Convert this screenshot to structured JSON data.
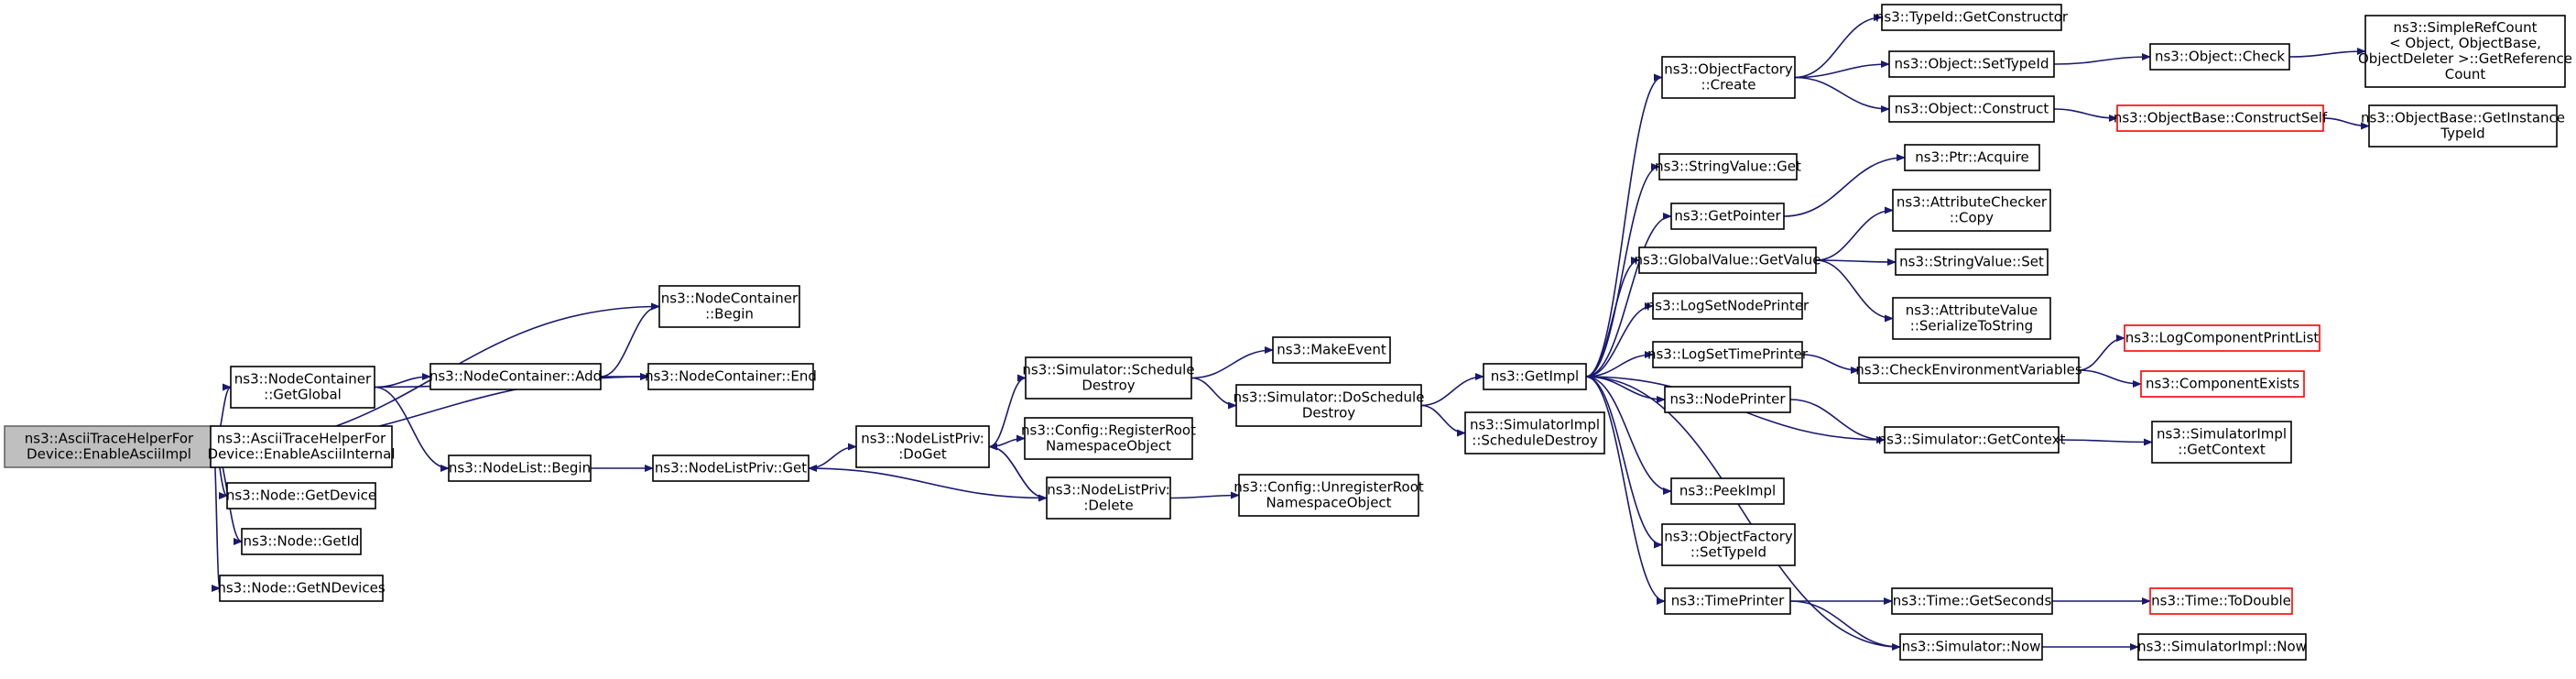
{
  "diagram": {
    "edge_color": "#191970",
    "root_fill": "#bfbfbf",
    "truncated_border": "#ff0000",
    "nodes": [
      {
        "id": "root",
        "lines": [
          "ns3::AsciiTraceHelperFor",
          "Device::EnableAsciiImpl"
        ],
        "style": "root"
      },
      {
        "id": "nc_begin",
        "lines": [
          "ns3::NodeContainer",
          "::Begin"
        ]
      },
      {
        "id": "nc_end",
        "lines": [
          "ns3::NodeContainer::End"
        ]
      },
      {
        "id": "nc_getglobal",
        "lines": [
          "ns3::NodeContainer",
          "::GetGlobal"
        ]
      },
      {
        "id": "nc_add",
        "lines": [
          "ns3::NodeContainer::Add"
        ]
      },
      {
        "id": "enable_internal",
        "lines": [
          "ns3::AsciiTraceHelperFor",
          "Device::EnableAsciiInternal"
        ]
      },
      {
        "id": "node_getdevice",
        "lines": [
          "ns3::Node::GetDevice"
        ]
      },
      {
        "id": "node_getid",
        "lines": [
          "ns3::Node::GetId"
        ]
      },
      {
        "id": "node_getndevices",
        "lines": [
          "ns3::Node::GetNDevices"
        ]
      },
      {
        "id": "nodelist_begin",
        "lines": [
          "ns3::NodeList::Begin"
        ]
      },
      {
        "id": "nlp_get",
        "lines": [
          "ns3::NodeListPriv::Get"
        ]
      },
      {
        "id": "nlp_doget",
        "lines": [
          "ns3::NodeListPriv:",
          ":DoGet"
        ]
      },
      {
        "id": "sim_schedule_destroy",
        "lines": [
          "ns3::Simulator::Schedule",
          "Destroy"
        ]
      },
      {
        "id": "config_register",
        "lines": [
          "ns3::Config::RegisterRoot",
          "NamespaceObject"
        ]
      },
      {
        "id": "nlp_delete",
        "lines": [
          "ns3::NodeListPriv:",
          ":Delete"
        ]
      },
      {
        "id": "make_event",
        "lines": [
          "ns3::MakeEvent"
        ]
      },
      {
        "id": "sim_doschedule_destroy",
        "lines": [
          "ns3::Simulator::DoSchedule",
          "Destroy"
        ]
      },
      {
        "id": "config_unregister",
        "lines": [
          "ns3::Config::UnregisterRoot",
          "NamespaceObject"
        ]
      },
      {
        "id": "getimpl",
        "lines": [
          "ns3::GetImpl"
        ]
      },
      {
        "id": "simimpl_schedule_destroy",
        "lines": [
          "ns3::SimulatorImpl",
          "::ScheduleDestroy"
        ]
      },
      {
        "id": "of_create",
        "lines": [
          "ns3::ObjectFactory",
          "::Create"
        ]
      },
      {
        "id": "stringvalue_get",
        "lines": [
          "ns3::StringValue::Get"
        ]
      },
      {
        "id": "getpointer",
        "lines": [
          "ns3::GetPointer"
        ]
      },
      {
        "id": "gv_getvalue",
        "lines": [
          "ns3::GlobalValue::GetValue"
        ]
      },
      {
        "id": "log_set_node_printer",
        "lines": [
          "ns3::LogSetNodePrinter"
        ]
      },
      {
        "id": "log_set_time_printer",
        "lines": [
          "ns3::LogSetTimePrinter"
        ]
      },
      {
        "id": "nodeprinter",
        "lines": [
          "ns3::NodePrinter"
        ]
      },
      {
        "id": "peekimpl",
        "lines": [
          "ns3::PeekImpl"
        ]
      },
      {
        "id": "of_settypeid",
        "lines": [
          "ns3::ObjectFactory",
          "::SetTypeId"
        ]
      },
      {
        "id": "timeprinter",
        "lines": [
          "ns3::TimePrinter"
        ]
      },
      {
        "id": "typeid_getconstructor",
        "lines": [
          "ns3::TypeId::GetConstructor"
        ]
      },
      {
        "id": "object_settypeid",
        "lines": [
          "ns3::Object::SetTypeId"
        ]
      },
      {
        "id": "object_construct",
        "lines": [
          "ns3::Object::Construct"
        ]
      },
      {
        "id": "ptr_acquire",
        "lines": [
          "ns3::Ptr::Acquire"
        ]
      },
      {
        "id": "attrchecker_copy",
        "lines": [
          "ns3::AttributeChecker",
          "::Copy"
        ]
      },
      {
        "id": "stringvalue_set",
        "lines": [
          "ns3::StringValue::Set"
        ]
      },
      {
        "id": "attrvalue_serialize",
        "lines": [
          "ns3::AttributeValue",
          "::SerializeToString"
        ]
      },
      {
        "id": "check_env_vars",
        "lines": [
          "ns3::CheckEnvironmentVariables"
        ]
      },
      {
        "id": "sim_getcontext",
        "lines": [
          "ns3::Simulator::GetContext"
        ]
      },
      {
        "id": "time_getseconds",
        "lines": [
          "ns3::Time::GetSeconds"
        ]
      },
      {
        "id": "sim_now",
        "lines": [
          "ns3::Simulator::Now"
        ]
      },
      {
        "id": "object_check",
        "lines": [
          "ns3::Object::Check"
        ]
      },
      {
        "id": "objbase_constructself",
        "lines": [
          "ns3::ObjectBase::ConstructSelf"
        ],
        "style": "trunc"
      },
      {
        "id": "log_component_printlist",
        "lines": [
          "ns3::LogComponentPrintList"
        ],
        "style": "trunc"
      },
      {
        "id": "component_exists",
        "lines": [
          "ns3::ComponentExists"
        ],
        "style": "trunc"
      },
      {
        "id": "simimpl_getcontext",
        "lines": [
          "ns3::SimulatorImpl",
          "::GetContext"
        ]
      },
      {
        "id": "time_todouble",
        "lines": [
          "ns3::Time::ToDouble"
        ],
        "style": "trunc"
      },
      {
        "id": "simimpl_now",
        "lines": [
          "ns3::SimulatorImpl::Now"
        ]
      },
      {
        "id": "simplerefcount",
        "lines": [
          "ns3::SimpleRefCount",
          "< Object, ObjectBase,",
          " ObjectDeleter >::GetReference",
          "Count"
        ]
      },
      {
        "id": "objbase_getinstancetypeid",
        "lines": [
          "ns3::ObjectBase::GetInstance",
          "TypeId"
        ]
      }
    ],
    "edges": [
      [
        "root",
        "nc_begin"
      ],
      [
        "root",
        "nc_end"
      ],
      [
        "root",
        "nc_getglobal"
      ],
      [
        "root",
        "enable_internal"
      ],
      [
        "root",
        "node_getdevice"
      ],
      [
        "root",
        "node_getid"
      ],
      [
        "root",
        "node_getndevices"
      ],
      [
        "nc_getglobal",
        "nc_add"
      ],
      [
        "nc_getglobal",
        "nc_end"
      ],
      [
        "nc_getglobal",
        "nodelist_begin"
      ],
      [
        "nc_add",
        "nc_begin"
      ],
      [
        "nc_add",
        "nc_end"
      ],
      [
        "nodelist_begin",
        "nlp_get"
      ],
      [
        "nlp_get",
        "nlp_doget"
      ],
      [
        "nlp_doget",
        "sim_schedule_destroy"
      ],
      [
        "nlp_doget",
        "config_register"
      ],
      [
        "nlp_doget",
        "nlp_delete"
      ],
      [
        "nlp_delete",
        "nlp_doget"
      ],
      [
        "nlp_delete",
        "nlp_get"
      ],
      [
        "nlp_delete",
        "config_unregister"
      ],
      [
        "sim_schedule_destroy",
        "make_event"
      ],
      [
        "sim_schedule_destroy",
        "sim_doschedule_destroy"
      ],
      [
        "sim_doschedule_destroy",
        "getimpl"
      ],
      [
        "sim_doschedule_destroy",
        "simimpl_schedule_destroy"
      ],
      [
        "getimpl",
        "of_create"
      ],
      [
        "getimpl",
        "stringvalue_get"
      ],
      [
        "getimpl",
        "getpointer"
      ],
      [
        "getimpl",
        "gv_getvalue"
      ],
      [
        "getimpl",
        "log_set_node_printer"
      ],
      [
        "getimpl",
        "log_set_time_printer"
      ],
      [
        "getimpl",
        "nodeprinter"
      ],
      [
        "getimpl",
        "peekimpl"
      ],
      [
        "getimpl",
        "of_settypeid"
      ],
      [
        "getimpl",
        "timeprinter"
      ],
      [
        "of_create",
        "typeid_getconstructor"
      ],
      [
        "of_create",
        "object_settypeid"
      ],
      [
        "of_create",
        "object_construct"
      ],
      [
        "object_settypeid",
        "object_check"
      ],
      [
        "object_check",
        "simplerefcount"
      ],
      [
        "object_construct",
        "objbase_constructself"
      ],
      [
        "objbase_constructself",
        "objbase_getinstancetypeid"
      ],
      [
        "getpointer",
        "ptr_acquire"
      ],
      [
        "gv_getvalue",
        "attrchecker_copy"
      ],
      [
        "gv_getvalue",
        "stringvalue_set"
      ],
      [
        "gv_getvalue",
        "attrvalue_serialize"
      ],
      [
        "log_set_time_printer",
        "check_env_vars"
      ],
      [
        "check_env_vars",
        "log_component_printlist"
      ],
      [
        "check_env_vars",
        "component_exists"
      ],
      [
        "nodeprinter",
        "sim_getcontext"
      ],
      [
        "sim_getcontext",
        "getimpl"
      ],
      [
        "sim_getcontext",
        "simimpl_getcontext"
      ],
      [
        "timeprinter",
        "time_getseconds"
      ],
      [
        "timeprinter",
        "sim_now"
      ],
      [
        "time_getseconds",
        "time_todouble"
      ],
      [
        "sim_now",
        "getimpl"
      ],
      [
        "sim_now",
        "simimpl_now"
      ]
    ]
  }
}
